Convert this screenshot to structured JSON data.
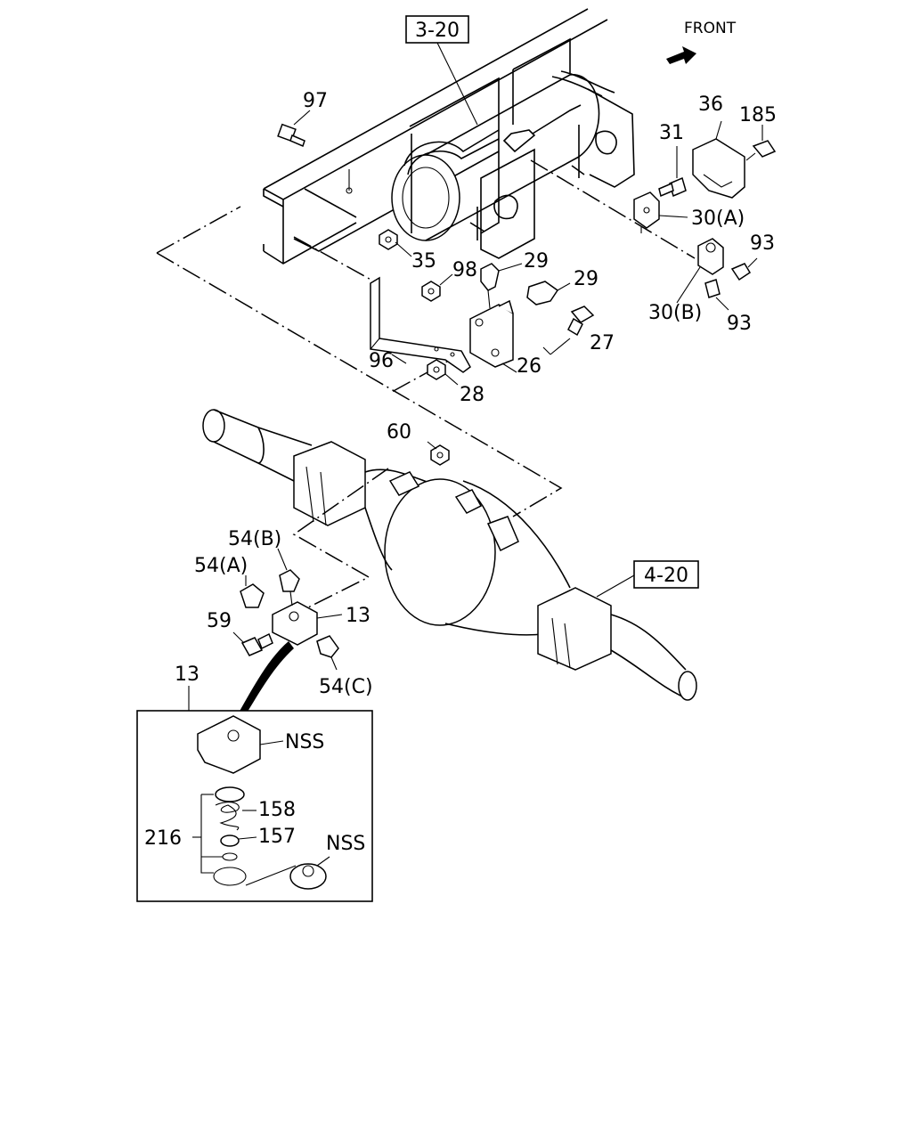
{
  "front_label": "FRONT",
  "refs": {
    "ref_3_20": "3-20",
    "ref_4_20": "4-20"
  },
  "callouts": {
    "p97": "97",
    "p36": "36",
    "p185": "185",
    "p31": "31",
    "p30a": "30(A)",
    "p93a": "93",
    "p35": "35",
    "p98": "98",
    "p29a": "29",
    "p29b": "29",
    "p30b": "30(B)",
    "p93b": "93",
    "p27": "27",
    "p96": "96",
    "p26": "26",
    "p28": "28",
    "p60": "60",
    "p54b": "54(B)",
    "p54a": "54(A)",
    "p13a": "13",
    "p59": "59",
    "p54c": "54(C)",
    "p13b": "13",
    "nss1": "NSS",
    "p158": "158",
    "p216": "216",
    "p157": "157",
    "nss2": "NSS"
  },
  "icons": [
    "front-arrow-icon"
  ]
}
